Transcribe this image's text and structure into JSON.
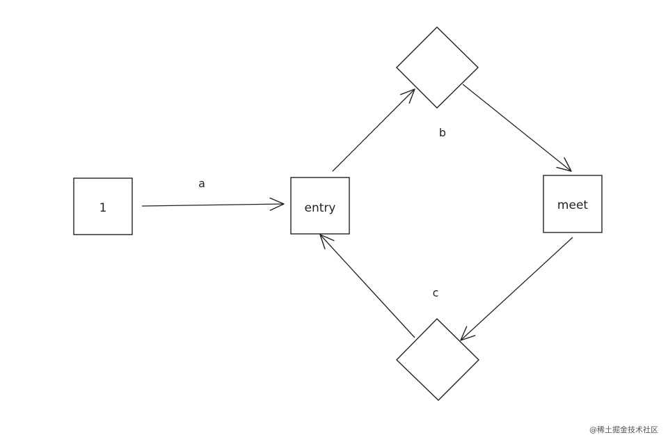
{
  "diagram": {
    "colors": {
      "stroke": "#222222",
      "fill": "#ffffff",
      "background": "#ffffff"
    },
    "nodes": [
      {
        "id": "node-1",
        "shape": "box",
        "label": "1"
      },
      {
        "id": "node-entry",
        "shape": "box",
        "label": "entry"
      },
      {
        "id": "node-meet",
        "shape": "box",
        "label": "meet"
      },
      {
        "id": "node-b",
        "shape": "diamond",
        "label": ""
      },
      {
        "id": "node-c",
        "shape": "diamond",
        "label": ""
      }
    ],
    "edges": [
      {
        "from": "node-1",
        "to": "node-entry",
        "label": "a"
      },
      {
        "from": "node-entry",
        "to": "node-b",
        "label": ""
      },
      {
        "from": "node-b",
        "to": "node-meet",
        "label": ""
      },
      {
        "from": "node-meet",
        "to": "node-c",
        "label": ""
      },
      {
        "from": "node-c",
        "to": "node-entry",
        "label": ""
      }
    ],
    "edge_labels": {
      "a": "a",
      "b": "b",
      "c": "c"
    },
    "watermark": "@稀土掘金技术社区"
  }
}
